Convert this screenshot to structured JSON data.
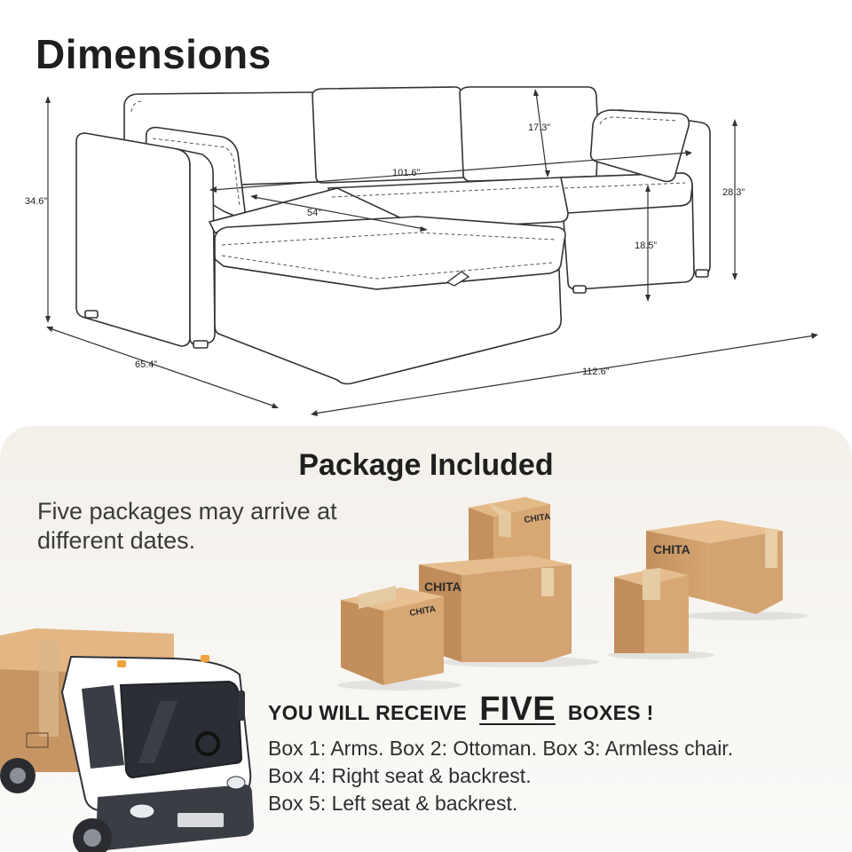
{
  "title": "Dimensions",
  "dimensions": {
    "overall_height": "34.6”",
    "backrest_height": "17.3”",
    "sofa_width": "101.6”",
    "ottoman_width": "54”",
    "arm_height": "28.3”",
    "seat_height": "18.5”",
    "overall_depth": "65.4”",
    "overall_width": "112.6”"
  },
  "package": {
    "title": "Package Included",
    "note": "Five packages may arrive at different dates.",
    "brand": "CHITA",
    "receive_prefix": "YOU WILL RECEIVE",
    "receive_count": "FIVE",
    "receive_suffix": "BOXES !",
    "boxes": [
      "Box 1: Arms. Box 2: Ottoman. Box 3: Armless chair.",
      "Box 4: Right seat & backrest.",
      "Box 5: Left seat & backrest."
    ]
  },
  "colors": {
    "cardboard": "#d3a06b",
    "tape": "#e2c49b",
    "truck_cab": "#ffffff",
    "truck_bumper": "#3a3d44",
    "panel_bg": "#f3f0ea"
  }
}
